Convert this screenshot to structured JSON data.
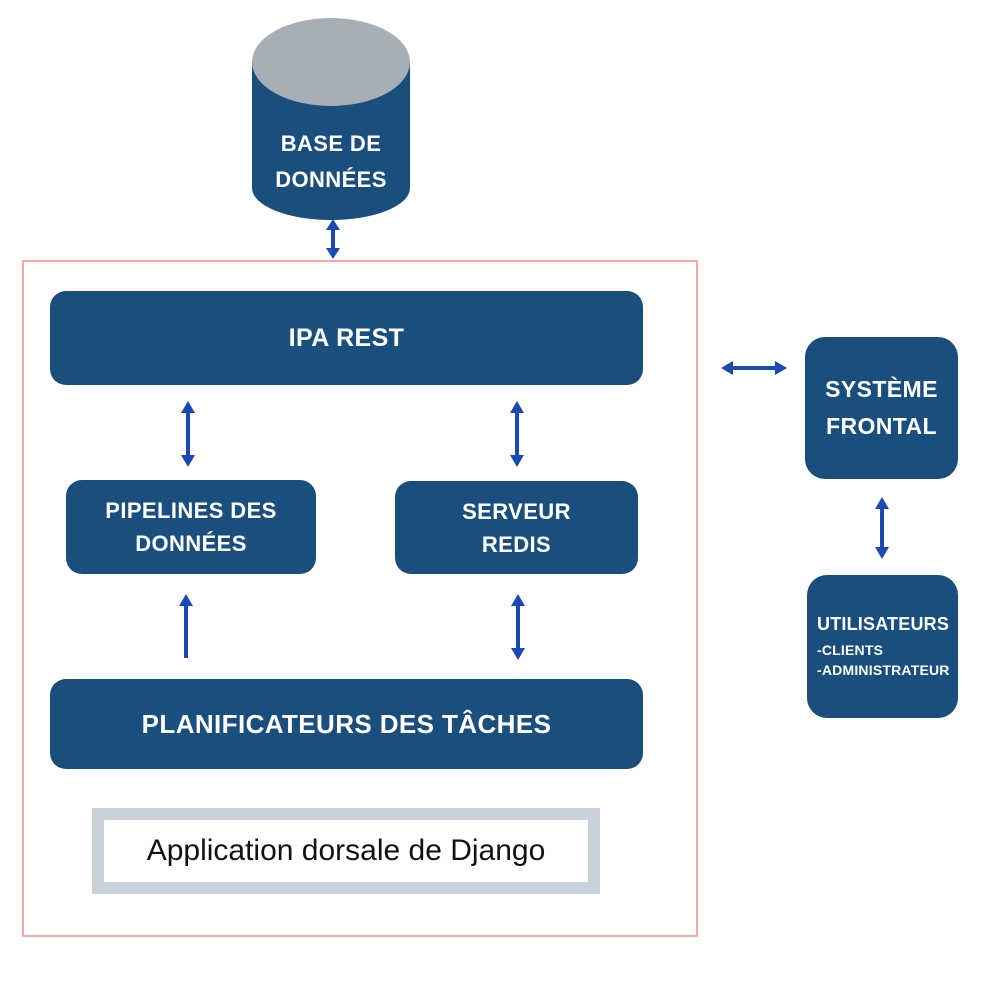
{
  "colors": {
    "node_fill": "#1A4E7D",
    "node_text": "#FFFFFF",
    "arrow_blue": "#1A49B3",
    "frame_pink": "#F9A8A8",
    "cylinder_top_gray": "#A6AEB6",
    "caption_frame_gray": "#C8D0DA",
    "caption_text": "#111111",
    "background": "#FFFFFF"
  },
  "database": {
    "lines": [
      "BASE DE",
      "DONNÉES"
    ]
  },
  "backend": {
    "api": {
      "label": "IPA REST"
    },
    "pipelines": {
      "lines": [
        "PIPELINES DES",
        "DONNÉES"
      ]
    },
    "redis": {
      "lines": [
        "SERVEUR",
        "REDIS"
      ]
    },
    "scheduler": {
      "label": "PLANIFICATEURS DES TÂCHES"
    },
    "caption": {
      "label": "Application dorsale de Django"
    }
  },
  "frontend": {
    "lines": [
      "SYSTÈME",
      "FRONTAL"
    ]
  },
  "users": {
    "title": "UTILISATEURS",
    "items": [
      "-CLIENTS",
      "-ADMINISTRATEUR"
    ]
  },
  "arrows": {
    "database_backend": "bidirectional",
    "api_pipelines": "bidirectional",
    "api_redis": "bidirectional",
    "scheduler_pipelines": "up",
    "redis_scheduler": "bidirectional",
    "backend_frontend": "bidirectional",
    "frontend_users": "bidirectional"
  }
}
